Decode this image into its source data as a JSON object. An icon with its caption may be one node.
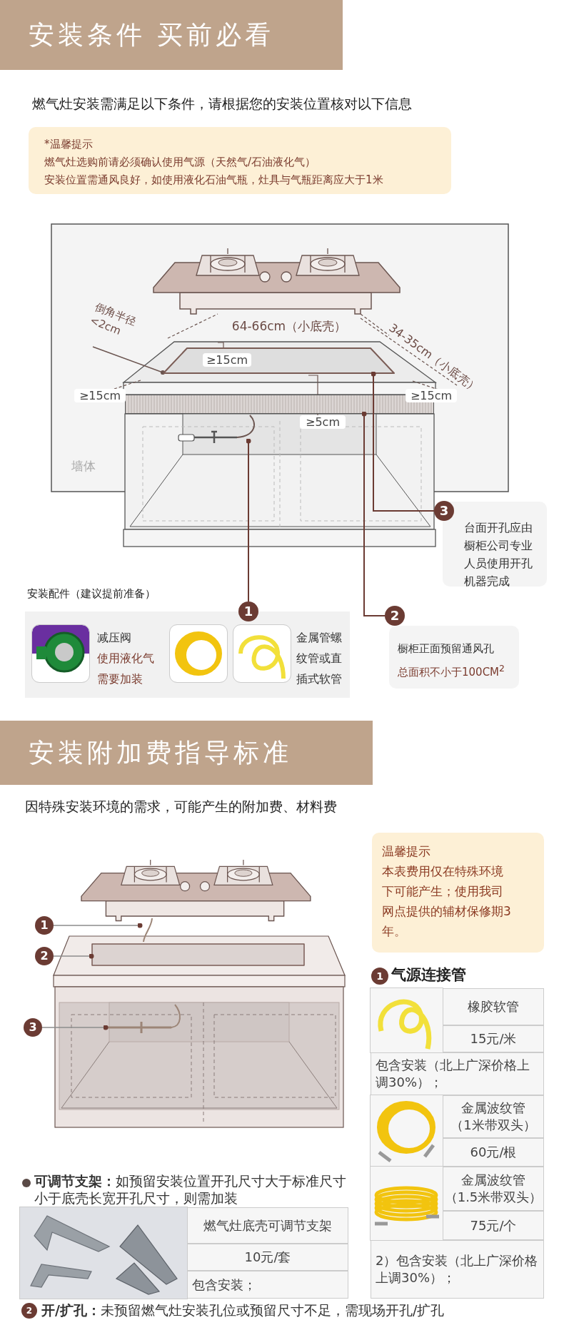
{
  "diagram": {
    "nodes": [
      {
        "text": [
          "安装条件 买前必看"
        ]
      },
      {
        "text": [
          "*温馨提示",
          "燃气灶选购前请必须确认使用气源（天然气/石油液化气）",
          "安装位置需通风良好，如使用液化石油气瓶，灶具与气瓶距离应大于1米"
        ]
      },
      {
        "text": [],
        "shape": "picture"
      },
      {
        "text": [],
        "shape": "bar"
      },
      {
        "text": [],
        "shape": "box"
      },
      {
        "text": [
          "3"
        ]
      },
      {
        "text": [
          "台面开孔应由橱柜公司专业人员使用开孔机器完成"
        ]
      },
      {
        "text": [
          "1"
        ]
      },
      {
        "text": [
          "2"
        ]
      },
      {
        "text": [
          "橱柜正面预留通风孔",
          "总面积不小于100CM$^{2}$"
        ]
      },
      {
        "text": [
          "减压阀",
          "使用液化气需要加装",
          "金属管螺纹管或直插式软管"
        ]
      },
      {
        "text": [
          "安装附加费指导标准"
        ]
      },
      {
        "text": [
          "温馨提示",
          "本表费用仅在特殊环境下可能产生；使用我司网点提供的辅材保修期3年。"
        ]
      },
      {
        "text": [],
        "shape": "picture"
      },
      {
        "text": [],
        "shape": "box"
      },
      {
        "text": [],
        "shape": "picture"
      },
      {
        "text": [
          "1"
        ]
      },
      {
        "text": [
          "2"
        ]
      },
      {
        "text": [
          "3"
        ]
      },
      {
        "text": [
          "1"
        ]
      },
      {
        "text": [
          "2"
        ]
      }
    ],
    "edges": [
      {
        "from": 7,
        "to": 2,
        "arrow": "other"
      },
      {
        "from": 8,
        "to": 3,
        "arrow": "other"
      },
      {
        "from": 5,
        "to": 4,
        "arrow": "other"
      },
      {
        "from": 16,
        "to": 13,
        "arrow": "other",
        "color": "#8c8c8c"
      },
      {
        "from": 17,
        "to": 14,
        "arrow": "other",
        "color": "#8c8c8c"
      },
      {
        "from": 18,
        "to": 15,
        "arrow": "other",
        "color": "#8c8c8c"
      }
    ],
    "labels": [
      "燃气灶安装需满足以下条件，请根据您的安装位置核对以下信息",
      "64-66cm（小底壳）",
      "倒角半径 <2cm",
      "34-35cm（小底壳）",
      "≥15cm",
      "≥15cm",
      "≥15cm",
      "≥5cm",
      "墙体",
      "安装配件（建议提前准备）",
      "因特殊安装环境的需求，可能产生的附加费、材料费",
      "气源连接管",
      "橡胶软管",
      "15元/米",
      "包含安装（北上广深价格上调30%）；",
      "金属波纹管（1米带双头）",
      "60元/根",
      "金属波纹管（1.5米带双头）",
      "75元/个",
      "2）包含安装（北上广深价格上调30%）；",
      "**可调节支架：**如预留安装位置开孔尺寸大于标准尺寸小于底壳长宽开孔尺寸，则需加装",
      "燃气灶底壳可调节支架",
      "10元/套",
      "包含安装；",
      "**开/扩孔：**未预留燃气灶安装孔位或预留尺寸不足，需现场开孔/扩孔"
    ]
  }
}
